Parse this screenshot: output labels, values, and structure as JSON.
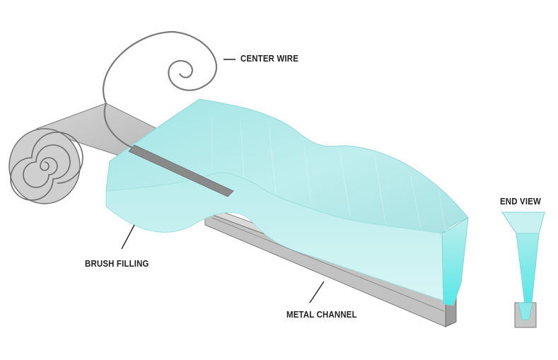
{
  "labels": {
    "center_wire": "CENTER WIRE",
    "brush_filling": "BRUSH FILLING",
    "metal_channel": "METAL CHANNEL",
    "end_view": "END VIEW"
  },
  "colors": {
    "filling": "#a6e6e6",
    "filling_light": "#dff6f6",
    "filling_edge": "#86d6d6",
    "metal": "#c4c4c4",
    "metal_dark": "#8a8a8a",
    "wire": "#7a7a7a",
    "text": "#222222"
  }
}
